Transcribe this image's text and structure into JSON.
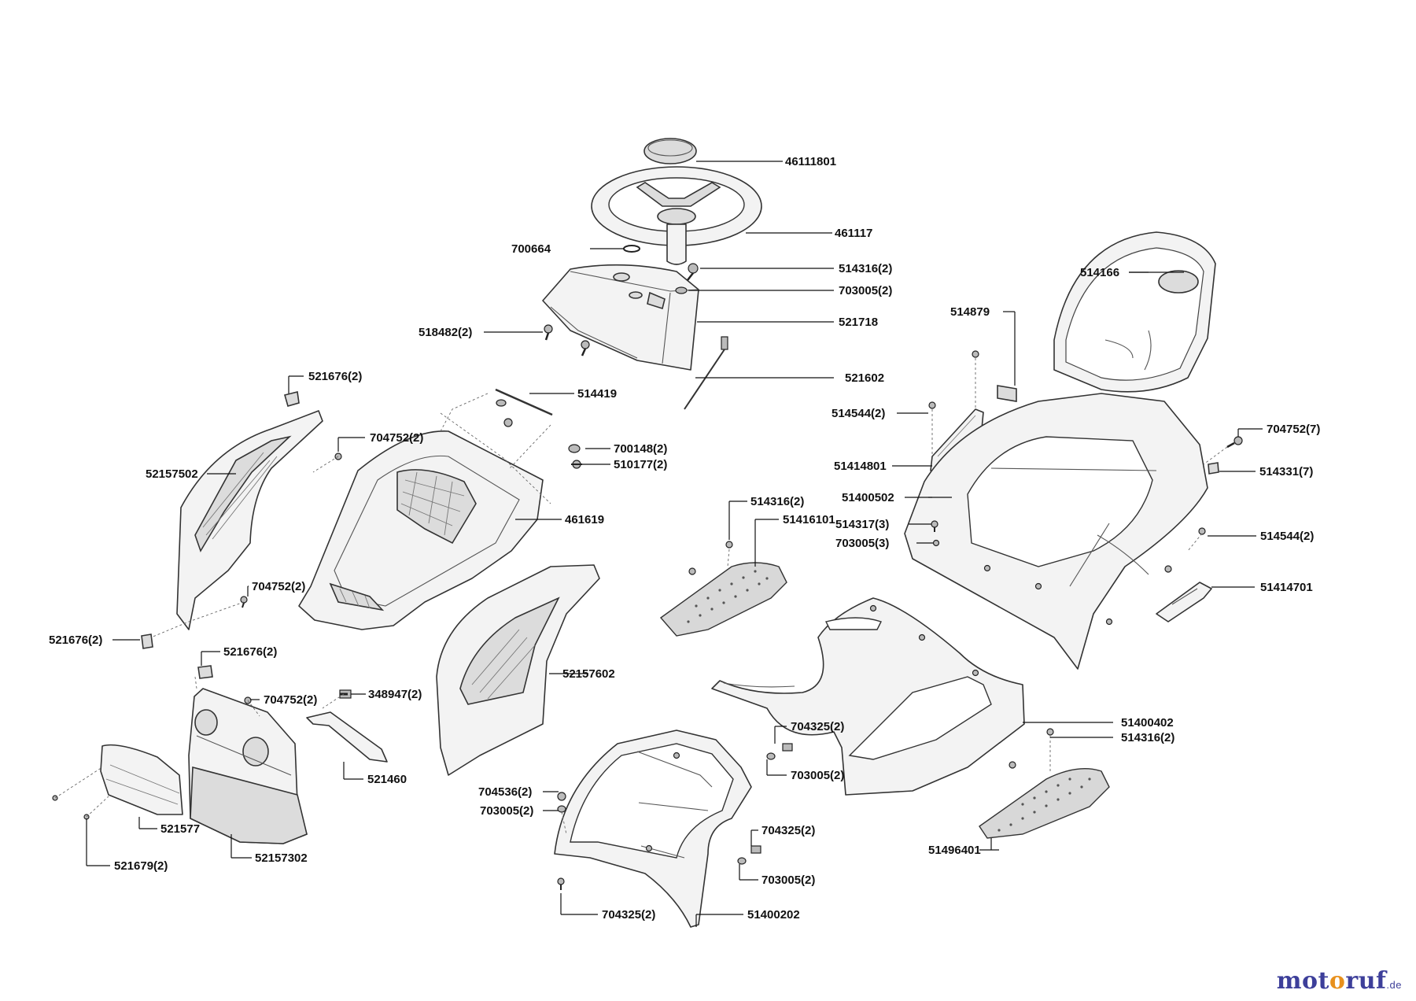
{
  "labels": [
    {
      "id": "p46111801",
      "text": "46111801"
    },
    {
      "id": "p461117",
      "text": "461117"
    },
    {
      "id": "p700664",
      "text": "700664"
    },
    {
      "id": "p514316a",
      "text": "514316(2)"
    },
    {
      "id": "p703005a",
      "text": "703005(2)"
    },
    {
      "id": "p518482",
      "text": "518482(2)"
    },
    {
      "id": "p521718",
      "text": "521718"
    },
    {
      "id": "p521602",
      "text": "521602"
    },
    {
      "id": "p514419",
      "text": "514419"
    },
    {
      "id": "p521676a",
      "text": "521676(2)"
    },
    {
      "id": "p704752a",
      "text": "704752(2)"
    },
    {
      "id": "p700148",
      "text": "700148(2)"
    },
    {
      "id": "p510177",
      "text": "510177(2)"
    },
    {
      "id": "p52157502",
      "text": "52157502"
    },
    {
      "id": "p461619",
      "text": "461619"
    },
    {
      "id": "p704752b",
      "text": "704752(2)"
    },
    {
      "id": "p521676b",
      "text": "521676(2)"
    },
    {
      "id": "p521676c",
      "text": "521676(2)"
    },
    {
      "id": "p704752c",
      "text": "704752(2)"
    },
    {
      "id": "p348947",
      "text": "348947(2)"
    },
    {
      "id": "p52157602",
      "text": "52157602"
    },
    {
      "id": "p521460",
      "text": "521460"
    },
    {
      "id": "p521577",
      "text": "521577"
    },
    {
      "id": "p521679",
      "text": "521679(2)"
    },
    {
      "id": "p52157302",
      "text": "52157302"
    },
    {
      "id": "p514166",
      "text": "514166"
    },
    {
      "id": "p514879",
      "text": "514879"
    },
    {
      "id": "p514544a",
      "text": "514544(2)"
    },
    {
      "id": "p51414801",
      "text": "51414801"
    },
    {
      "id": "p704752d",
      "text": "704752(7)"
    },
    {
      "id": "p514331",
      "text": "514331(7)"
    },
    {
      "id": "p51400502",
      "text": "51400502"
    },
    {
      "id": "p514316b",
      "text": "514316(2)"
    },
    {
      "id": "p51416101",
      "text": "51416101"
    },
    {
      "id": "p514317",
      "text": "514317(3)"
    },
    {
      "id": "p703005b",
      "text": "703005(3)"
    },
    {
      "id": "p514544b",
      "text": "514544(2)"
    },
    {
      "id": "p51414701",
      "text": "51414701"
    },
    {
      "id": "p704325a",
      "text": "704325(2)"
    },
    {
      "id": "p703005c",
      "text": "703005(2)"
    },
    {
      "id": "p51400402",
      "text": "51400402"
    },
    {
      "id": "p514316c",
      "text": "514316(2)"
    },
    {
      "id": "p704536",
      "text": "704536(2)"
    },
    {
      "id": "p703005d",
      "text": "703005(2)"
    },
    {
      "id": "p704325b",
      "text": "704325(2)"
    },
    {
      "id": "p703005e",
      "text": "703005(2)"
    },
    {
      "id": "p51496401",
      "text": "51496401"
    },
    {
      "id": "p704325c",
      "text": "704325(2)"
    },
    {
      "id": "p51400202",
      "text": "51400202"
    }
  ],
  "logo": {
    "part1": "mot",
    "part2": "o",
    "part3": "ruf",
    "tld": ".de"
  }
}
